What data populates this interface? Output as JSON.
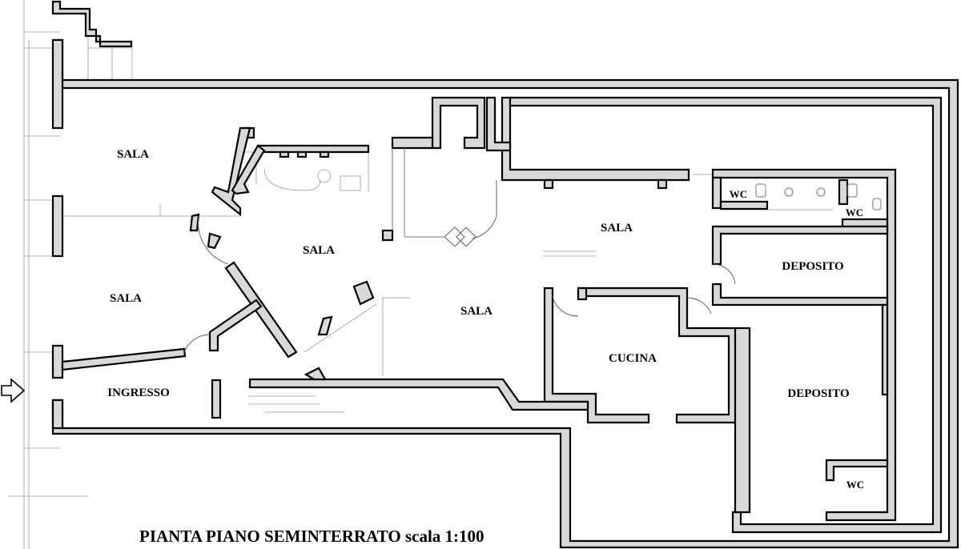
{
  "plan": {
    "title": "PIANTA PIANO SEMINTERRATO scala 1:100",
    "rooms": {
      "sala_nw": "SALA",
      "sala_w": "SALA",
      "sala_center": "SALA",
      "sala_center_low": "SALA",
      "sala_east": "SALA",
      "ingresso": "INGRESSO",
      "cucina": "CUCINA",
      "deposito_upper": "DEPOSITO",
      "deposito_lower": "DEPOSITO",
      "wc_1": "WC",
      "wc_2": "WC",
      "wc_3": "WC"
    },
    "entrance_icon": "right-arrow-icon",
    "colors": {
      "wall_fill": "#d9d9d9",
      "wall_stroke": "#000000"
    }
  }
}
